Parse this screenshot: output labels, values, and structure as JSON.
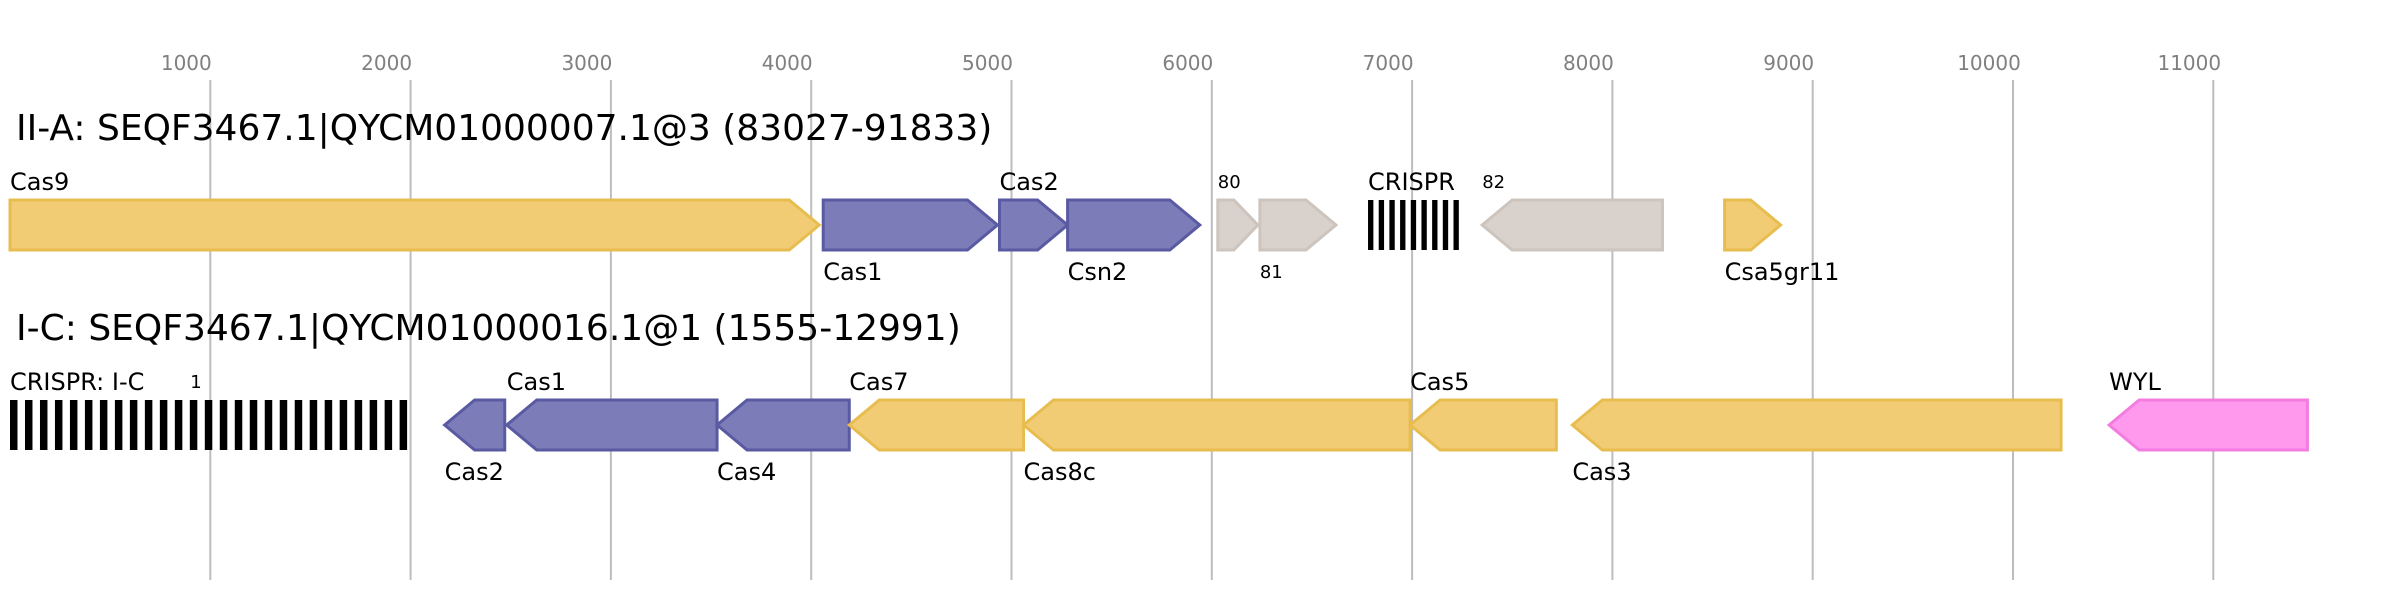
{
  "axis": {
    "ticks": [
      1000,
      2000,
      3000,
      4000,
      5000,
      6000,
      7000,
      8000,
      9000,
      10000,
      11000
    ]
  },
  "colors": {
    "yellow_fill": "#f2cc75",
    "yellow_stroke": "#e8bd4f",
    "blue_fill": "#7c7cb9",
    "blue_stroke": "#5a5aa3",
    "gray_fill": "#d8d1cc",
    "gray_stroke": "#ccc4bd",
    "pink_fill": "#ff99ee",
    "pink_stroke": "#f27ce0",
    "crispr": "#000000"
  },
  "tracks": [
    {
      "title": "II-A: SEQF3467.1|QYCM01000007.1@3 (83027-91833)",
      "features": [
        {
          "kind": "gene",
          "start": 0,
          "end": 4040,
          "strand": 1,
          "color": "yellow",
          "label": "Cas9",
          "label_pos": "above"
        },
        {
          "kind": "gene",
          "start": 4060,
          "end": 4930,
          "strand": 1,
          "color": "blue",
          "label": "Cas1",
          "label_pos": "below"
        },
        {
          "kind": "gene",
          "start": 4940,
          "end": 5280,
          "strand": 1,
          "color": "blue",
          "label": "Cas2",
          "label_pos": "above"
        },
        {
          "kind": "gene",
          "start": 5280,
          "end": 5940,
          "strand": 1,
          "color": "blue",
          "label": "Csn2",
          "label_pos": "below"
        },
        {
          "kind": "gene",
          "start": 6030,
          "end": 6230,
          "strand": 1,
          "color": "gray",
          "label": "80",
          "label_pos": "above_small"
        },
        {
          "kind": "gene",
          "start": 6240,
          "end": 6620,
          "strand": 1,
          "color": "gray",
          "label": "81",
          "label_pos": "below_small"
        },
        {
          "kind": "crispr",
          "start": 6780,
          "end": 7260,
          "repeats": 9,
          "label": "CRISPR",
          "label_pos": "above"
        },
        {
          "kind": "gene",
          "start": 7350,
          "end": 8250,
          "strand": -1,
          "color": "gray",
          "label": "82",
          "label_pos": "above_small"
        },
        {
          "kind": "gene",
          "start": 8560,
          "end": 8840,
          "strand": 1,
          "color": "yellow",
          "label": "Csa5gr11",
          "label_pos": "below"
        }
      ]
    },
    {
      "title": "I-C: SEQF3467.1|QYCM01000016.1@1 (1555-12991)",
      "features": [
        {
          "kind": "crispr",
          "start": 0,
          "end": 2020,
          "repeats": 27,
          "label": "CRISPR: I-C",
          "label_pos": "above"
        },
        {
          "kind": "label",
          "at": 900,
          "label": "1",
          "label_pos": "above_small"
        },
        {
          "kind": "gene",
          "start": 2170,
          "end": 2470,
          "strand": -1,
          "color": "blue",
          "label": "Cas2",
          "label_pos": "below"
        },
        {
          "kind": "gene",
          "start": 2480,
          "end": 3530,
          "strand": -1,
          "color": "blue",
          "label": "Cas1",
          "label_pos": "above"
        },
        {
          "kind": "gene",
          "start": 3530,
          "end": 4190,
          "strand": -1,
          "color": "blue",
          "label": "Cas4",
          "label_pos": "below"
        },
        {
          "kind": "gene",
          "start": 4190,
          "end": 5060,
          "strand": -1,
          "color": "yellow",
          "label": "Cas7",
          "label_pos": "above"
        },
        {
          "kind": "gene",
          "start": 5060,
          "end": 6990,
          "strand": -1,
          "color": "yellow",
          "label": "Cas8c",
          "label_pos": "below"
        },
        {
          "kind": "gene",
          "start": 6990,
          "end": 7720,
          "strand": -1,
          "color": "yellow",
          "label": "Cas5",
          "label_pos": "above"
        },
        {
          "kind": "gene",
          "start": 7800,
          "end": 10240,
          "strand": -1,
          "color": "yellow",
          "label": "Cas3",
          "label_pos": "below"
        },
        {
          "kind": "gene",
          "start": 10480,
          "end": 11470,
          "strand": -1,
          "color": "pink",
          "label": "WYL",
          "label_pos": "above"
        }
      ]
    }
  ]
}
